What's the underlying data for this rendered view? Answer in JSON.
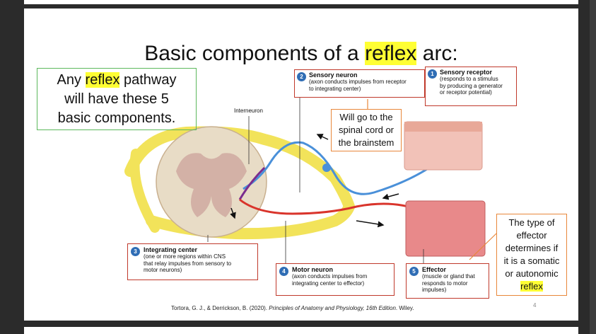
{
  "slide": {
    "title_prefix": "Basic components of a ",
    "title_highlight": "reflex",
    "title_suffix": " arc:",
    "note_green": {
      "line1_pre": "Any ",
      "line1_highlight": "reflex",
      "line1_post": " pathway",
      "line2": "will have these 5",
      "line3": "basic components."
    },
    "note_cns": {
      "line1": "Will go to the",
      "line2": "spinal cord or",
      "line3": "the brainstem"
    },
    "note_effector": {
      "line1": "The type of",
      "line2": "effector",
      "line3": "determines if",
      "line4": "it is a somatic",
      "line5": "or autonomic",
      "line6": "reflex"
    },
    "interneuron_label": "Interneuron",
    "components": [
      {
        "num": "1",
        "title": "Sensory receptor",
        "desc1": "(responds to a stimulus",
        "desc2": "by producing a generator",
        "desc3": "or receptor potential)"
      },
      {
        "num": "2",
        "title": "Sensory neuron",
        "desc1": "(axon conducts impulses from receptor",
        "desc2": "to integrating center)"
      },
      {
        "num": "3",
        "title": "Integrating center",
        "desc1": "(one or more regions within CNS",
        "desc2": "that relay impulses from sensory to",
        "desc3": "motor neurons)"
      },
      {
        "num": "4",
        "title": "Motor neuron",
        "desc1": "(axon conducts impulses from",
        "desc2": "integrating center to effector)"
      },
      {
        "num": "5",
        "title": "Effector",
        "desc1": "(muscle or gland that",
        "desc2": "responds to motor",
        "desc3": "impulses)"
      }
    ],
    "citation_pre": "Tortora, G. J., & Derrickson, B. (2020). ",
    "citation_italic": "Principles of Anatomy and Physiology, 16th Edition",
    "citation_post": ". Wiley.",
    "page_number": "4"
  },
  "colors": {
    "highlight": "#ffff33",
    "green_border": "#5cb85c",
    "orange_border": "#e8873a",
    "red_border": "#c0392b",
    "badge_blue": "#2f6db5",
    "sensory_nerve": "#4a90d9",
    "motor_nerve": "#d9342b",
    "interneuron": "#7b2d8e",
    "nerve_sheath": "#f2e35a"
  }
}
